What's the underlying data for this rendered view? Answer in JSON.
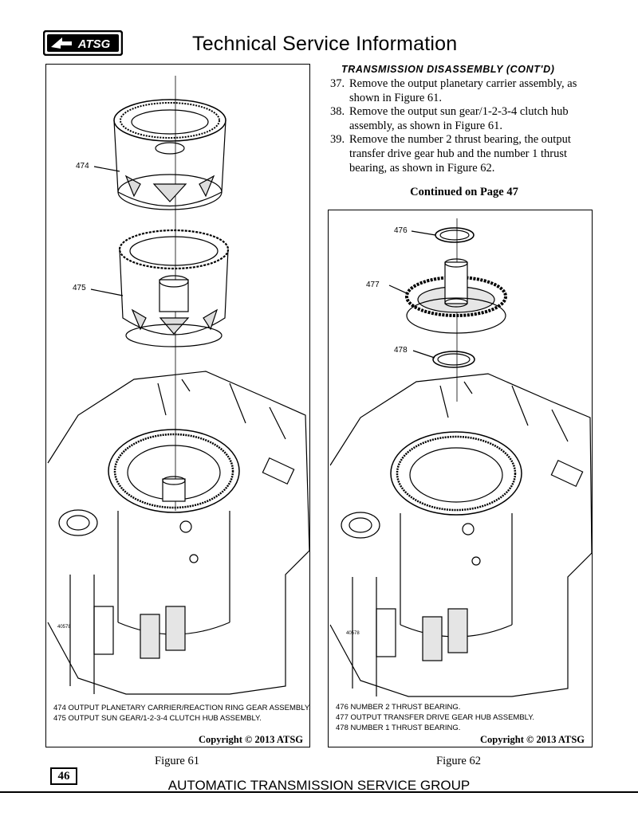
{
  "header": {
    "logo_text": "ATSG",
    "title": "Technical Service Information"
  },
  "section": {
    "heading": "TRANSMISSION DISASSEMBLY (CONT'D)",
    "steps": [
      {
        "num": "37.",
        "text": "Remove the output planetary carrier assembly, as shown in Figure 61."
      },
      {
        "num": "38.",
        "text": "Remove the output sun gear/1-2-3-4 clutch hub assembly, as shown in Figure 61."
      },
      {
        "num": "39.",
        "text": "Remove the number 2 thrust bearing, the output transfer drive gear hub and the number 1 thrust bearing, as shown in Figure 62."
      }
    ],
    "continued": "Continued on Page 47"
  },
  "figure61": {
    "caption": "Figure 61",
    "callouts": [
      "474",
      "475"
    ],
    "case_number": "40578",
    "legend": [
      "474  OUTPUT PLANETARY CARRIER/REACTION RING GEAR ASSEMBLY.",
      "475  OUTPUT SUN GEAR/1-2-3-4 CLUTCH HUB ASSEMBLY."
    ],
    "copyright": "Copyright © 2013 ATSG"
  },
  "figure62": {
    "caption": "Figure 62",
    "callouts": [
      "476",
      "477",
      "478"
    ],
    "case_number": "40578",
    "legend": [
      "476  NUMBER 2 THRUST BEARING.",
      "477  OUTPUT TRANSFER DRIVE GEAR HUB ASSEMBLY.",
      "478  NUMBER 1 THRUST BEARING."
    ],
    "copyright": "Copyright © 2013 ATSG"
  },
  "footer": {
    "page_number": "46",
    "title": "AUTOMATIC TRANSMISSION SERVICE GROUP"
  }
}
